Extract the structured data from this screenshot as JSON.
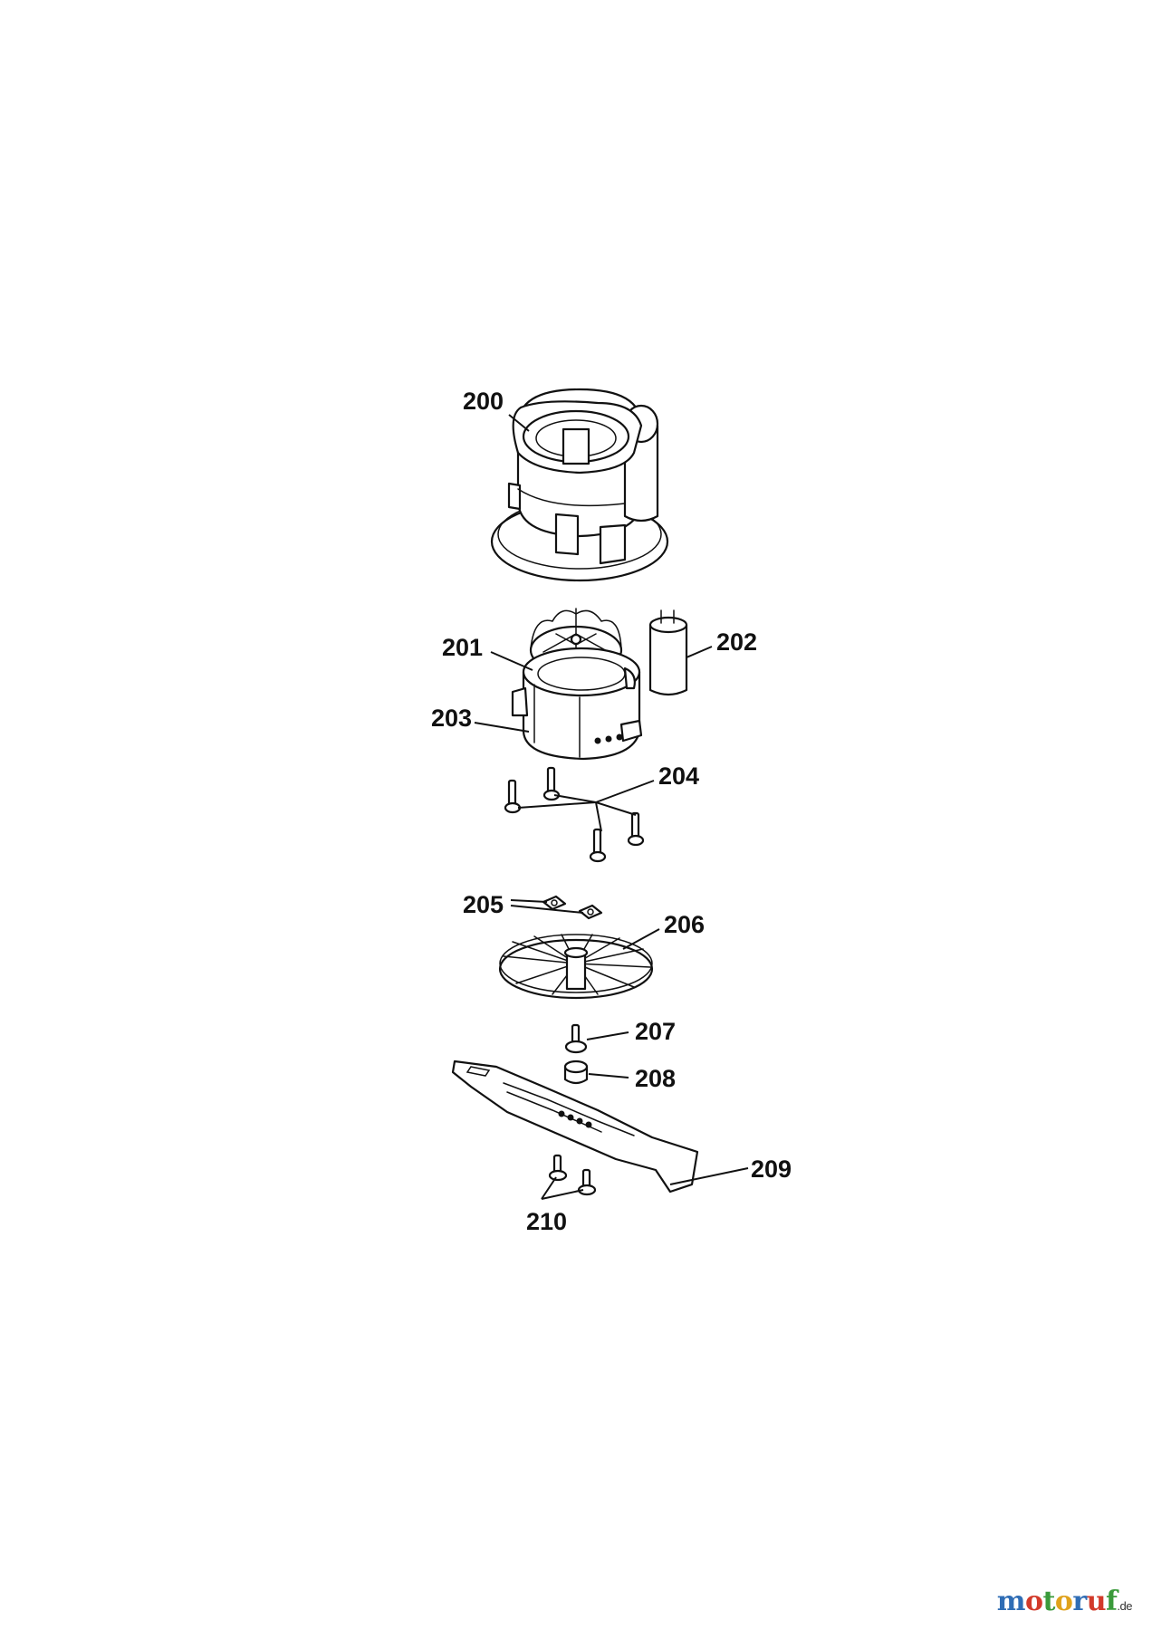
{
  "labels": {
    "p200": "200",
    "p201": "201",
    "p202": "202",
    "p203": "203",
    "p204": "204",
    "p205": "205",
    "p206": "206",
    "p207": "207",
    "p208": "208",
    "p209": "209",
    "p210": "210"
  },
  "watermark": {
    "letters": [
      "m",
      "o",
      "t",
      "o",
      "r",
      "u",
      "f"
    ],
    "colors": [
      "#2f6db5",
      "#d23a2a",
      "#3a9a3a",
      "#e0a21c",
      "#2f6db5",
      "#d23a2a",
      "#3a9a3a"
    ],
    "suffix": ".de"
  }
}
